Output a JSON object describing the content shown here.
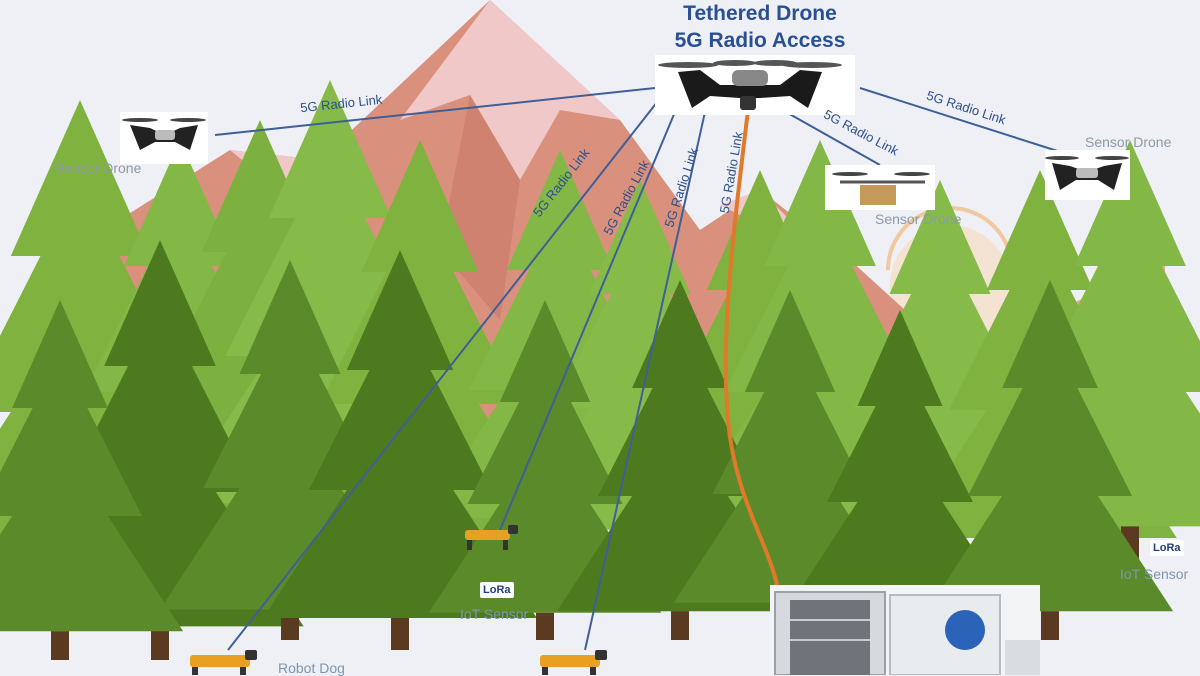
{
  "title": {
    "line1": "Tethered Drone",
    "line2": "5G Radio Access"
  },
  "drone_labels": {
    "left": "Sensor Drone",
    "center": "Sensor Drone",
    "right": "Sensor Drone"
  },
  "link_label": "5G Radio Link",
  "iot": {
    "badge": "LoRa",
    "label": "IoT Sensor",
    "label_right": "IoT Sensor"
  },
  "robot_dog_label": "Robot Dog",
  "colors": {
    "link_line": "#3f5f98",
    "tether": "#e07a2a",
    "mountain": "#d9907c",
    "snow": "#f1c8c8",
    "tree_light": "#7fb23e",
    "tree_dark": "#4d7a1f",
    "title": "#2b4f93"
  }
}
